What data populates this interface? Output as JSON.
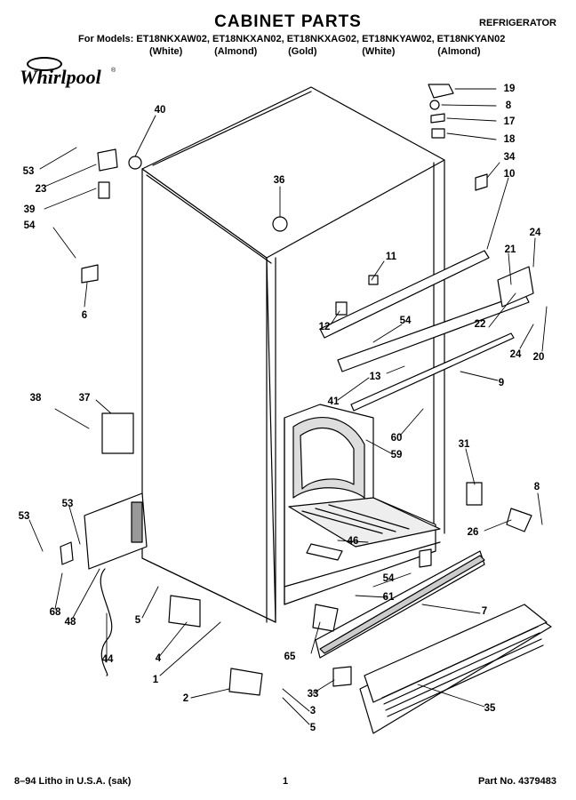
{
  "header": {
    "title": "CABINET PARTS",
    "category": "REFRIGERATOR",
    "models_prefix": "For Models:",
    "models": "ET18NKXAW02, ET18NKXAN02, ET18NKXAG02, ET18NKYAW02, ET18NKYAN02",
    "colors": [
      "(White)",
      "(Almond)",
      "(Gold)",
      "(White)",
      "(Almond)"
    ],
    "brand": "Whirlpool"
  },
  "callouts": [
    {
      "id": "c19",
      "text": "19"
    },
    {
      "id": "c8a",
      "text": "8"
    },
    {
      "id": "c17",
      "text": "17"
    },
    {
      "id": "c18",
      "text": "18"
    },
    {
      "id": "c34",
      "text": "34"
    },
    {
      "id": "c10",
      "text": "10"
    },
    {
      "id": "c40",
      "text": "40"
    },
    {
      "id": "c53a",
      "text": "53"
    },
    {
      "id": "c23",
      "text": "23"
    },
    {
      "id": "c39",
      "text": "39"
    },
    {
      "id": "c54a",
      "text": "54"
    },
    {
      "id": "c6",
      "text": "6"
    },
    {
      "id": "c36",
      "text": "36"
    },
    {
      "id": "c11",
      "text": "11"
    },
    {
      "id": "c12",
      "text": "12"
    },
    {
      "id": "c54b",
      "text": "54"
    },
    {
      "id": "c24a",
      "text": "24"
    },
    {
      "id": "c21",
      "text": "21"
    },
    {
      "id": "c22",
      "text": "22"
    },
    {
      "id": "c24b",
      "text": "24"
    },
    {
      "id": "c20",
      "text": "20"
    },
    {
      "id": "c13",
      "text": "13"
    },
    {
      "id": "c9",
      "text": "9"
    },
    {
      "id": "c41",
      "text": "41"
    },
    {
      "id": "c38",
      "text": "38"
    },
    {
      "id": "c37",
      "text": "37"
    },
    {
      "id": "c60",
      "text": "60"
    },
    {
      "id": "c59",
      "text": "59"
    },
    {
      "id": "c31",
      "text": "31"
    },
    {
      "id": "c8b",
      "text": "8"
    },
    {
      "id": "c26",
      "text": "26"
    },
    {
      "id": "c53b",
      "text": "53"
    },
    {
      "id": "c53c",
      "text": "53"
    },
    {
      "id": "c46",
      "text": "46"
    },
    {
      "id": "c54c",
      "text": "54"
    },
    {
      "id": "c61",
      "text": "61"
    },
    {
      "id": "c7",
      "text": "7"
    },
    {
      "id": "c68",
      "text": "68"
    },
    {
      "id": "c48",
      "text": "48"
    },
    {
      "id": "c5a",
      "text": "5"
    },
    {
      "id": "c65",
      "text": "65"
    },
    {
      "id": "c4",
      "text": "4"
    },
    {
      "id": "c44",
      "text": "44"
    },
    {
      "id": "c1",
      "text": "1"
    },
    {
      "id": "c2",
      "text": "2"
    },
    {
      "id": "c33",
      "text": "33"
    },
    {
      "id": "c3",
      "text": "3"
    },
    {
      "id": "c5b",
      "text": "5"
    },
    {
      "id": "c35",
      "text": "35"
    }
  ],
  "footer": {
    "print_info": "8–94 Litho in U.S.A. (sak)",
    "page": "1",
    "part_number": "Part No. 4379483"
  }
}
